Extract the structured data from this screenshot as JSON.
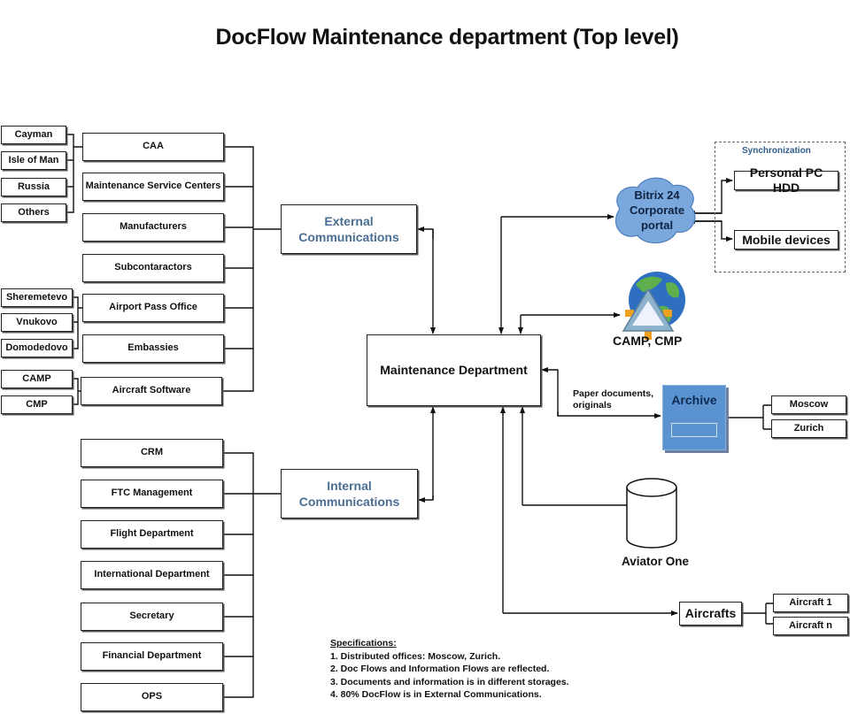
{
  "title": "DocFlow Maintenance department (Top level)",
  "external": {
    "label_line1": "External",
    "label_line2": "Communications",
    "groups": [
      {
        "label": "CAA",
        "children": [
          "Cayman",
          "Isle of  Man",
          "Russia",
          "Others"
        ]
      },
      {
        "label": "Maintenance Service Centers",
        "children": []
      },
      {
        "label": "Manufacturers",
        "children": []
      },
      {
        "label": "Subcontaractors",
        "children": []
      },
      {
        "label": "Airport Pass Office",
        "children": [
          "Sheremetevo",
          "Vnukovo",
          "Domodedovo"
        ]
      },
      {
        "label": "Embassies",
        "children": []
      },
      {
        "label": "Aircraft Software",
        "children": [
          "CAMP",
          "CMP"
        ]
      }
    ]
  },
  "internal": {
    "label_line1": "Internal",
    "label_line2": "Communications",
    "items": [
      "CRM",
      "FTC Management",
      "Flight Department",
      "International Department",
      "Secretary",
      "Financial Department",
      "OPS"
    ]
  },
  "center": {
    "label": "Maintenance Department"
  },
  "bitrix": {
    "line1": "Bitrix 24",
    "line2": "Corporate",
    "line3": "portal",
    "cloud_color": "#7aa7dc"
  },
  "sync": {
    "title": "Synchronization",
    "targets": [
      "Personal PC HDD",
      "Mobile devices"
    ]
  },
  "camp": {
    "label": "CAMP, CMP"
  },
  "archive": {
    "label": "Archive",
    "flow_label_line1": "Paper documents,",
    "flow_label_line2": "originals",
    "locations": [
      "Moscow",
      "Zurich"
    ],
    "fill_color": "#5b93d1"
  },
  "aviator": {
    "label": "Aviator One"
  },
  "aircrafts": {
    "label": "Aircrafts",
    "items": [
      "Aircraft 1",
      "Aircraft n"
    ]
  },
  "specifications": {
    "heading": "Specifications:",
    "items": [
      "1. Distributed offices: Moscow, Zurich.",
      "2. Doc Flows and Information Flows are reflected.",
      "3. Documents and information is in different storages.",
      "4. 80% DocFlow is in External Communications."
    ]
  },
  "colors": {
    "comm_text": "#4a6e93",
    "sync_title": "#2f5d8a"
  }
}
